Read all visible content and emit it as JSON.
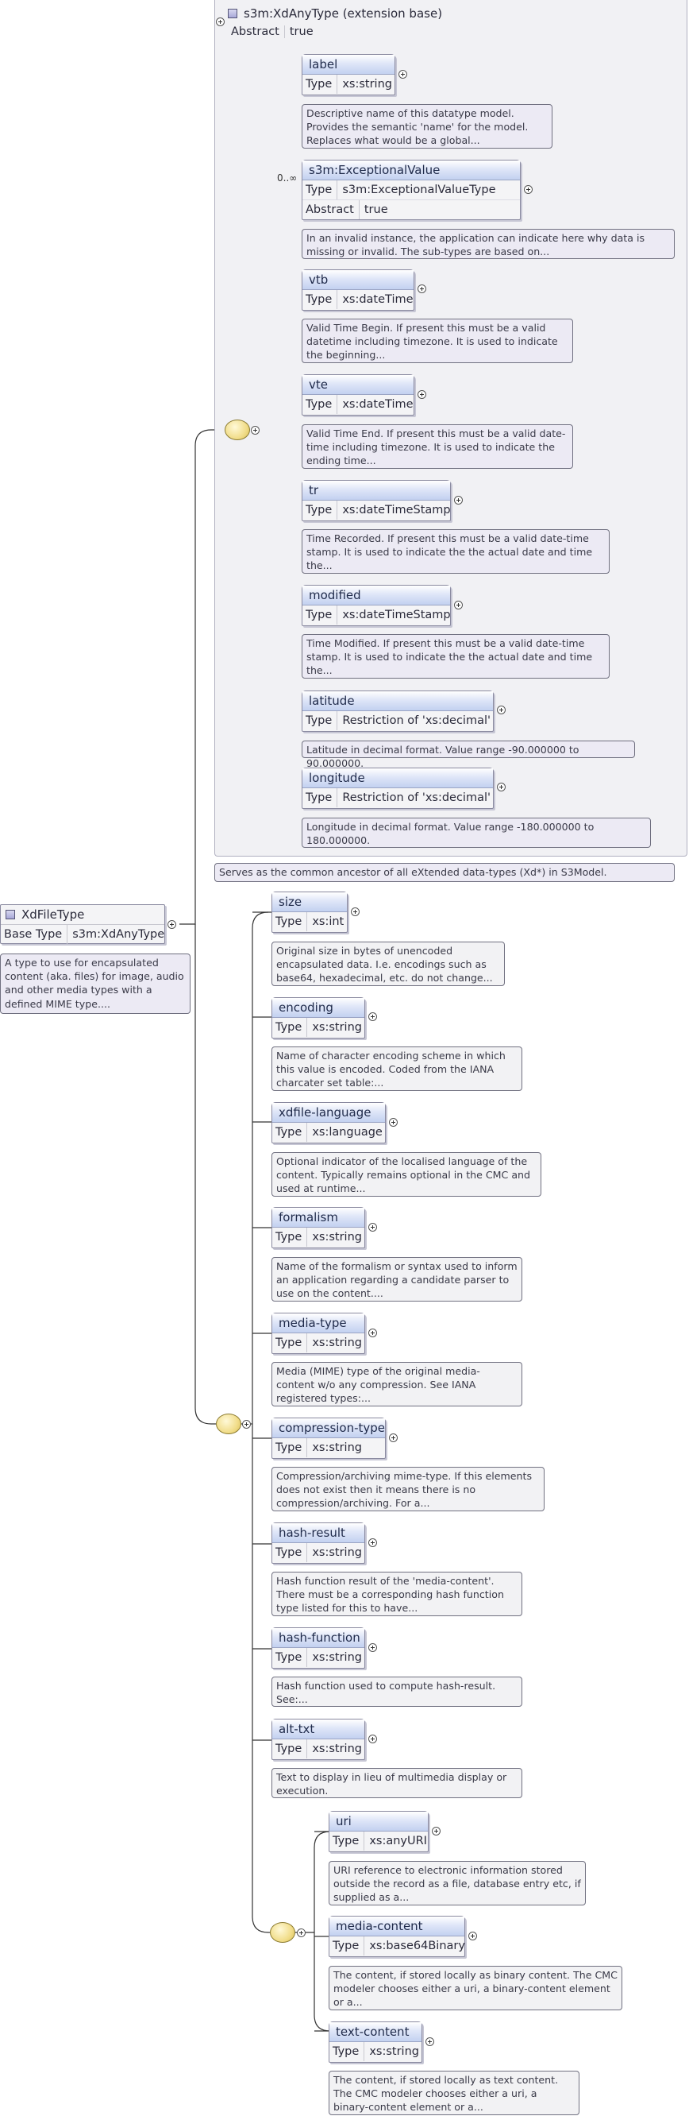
{
  "root": {
    "name": "XdFileType",
    "base_type_label": "Base Type",
    "base_type_value": "s3m:XdAnyType",
    "doc": "A type to use for encapsulated content (aka. files) for image, audio and other media types with a defined MIME type...."
  },
  "base": {
    "name": "s3m:XdAnyType (extension base)",
    "abstract_label": "Abstract",
    "abstract_value": "true",
    "doc": "Serves as the common ancestor of all eXtended data-types (Xd*) in S3Model.",
    "cardinality": "0..∞"
  },
  "base_elements": [
    {
      "name": "label",
      "type_label": "Type",
      "type": "xs:string",
      "doc": "Descriptive name of this datatype model. Provides the semantic 'name' for the model. Replaces what would be a global..."
    },
    {
      "name": "s3m:ExceptionalValue",
      "type_label": "Type",
      "type": "s3m:ExceptionalValueType",
      "abstract_label": "Abstract",
      "abstract": "true",
      "doc": "In an invalid instance, the application can indicate here why data is missing or invalid. The sub-types are based on..."
    },
    {
      "name": "vtb",
      "type_label": "Type",
      "type": "xs:dateTime",
      "doc": "Valid Time Begin. If present this must be a valid datetime including timezone. It is used to indicate the beginning..."
    },
    {
      "name": "vte",
      "type_label": "Type",
      "type": "xs:dateTime",
      "doc": "Valid Time End. If present this must be a valid date-time including timezone. It is used to indicate the ending time..."
    },
    {
      "name": "tr",
      "type_label": "Type",
      "type": "xs:dateTimeStamp",
      "doc": "Time Recorded. If present this must be a valid date-time stamp. It is used to indicate the the actual date and time the..."
    },
    {
      "name": "modified",
      "type_label": "Type",
      "type": "xs:dateTimeStamp",
      "doc": "Time Modified. If present this must be a valid date-time stamp. It is used to indicate the the actual date and time the..."
    },
    {
      "name": "latitude",
      "type_label": "Type",
      "type": "Restriction of 'xs:decimal'",
      "doc": "Latitude in decimal format. Value range -90.000000 to 90.000000."
    },
    {
      "name": "longitude",
      "type_label": "Type",
      "type": "Restriction of 'xs:decimal'",
      "doc": "Longitude in decimal format. Value range -180.000000 to 180.000000."
    }
  ],
  "elements": [
    {
      "name": "size",
      "type_label": "Type",
      "type": "xs:int",
      "doc": "Original size in bytes of unencoded encapsulated data. I.e. encodings such as base64, hexadecimal, etc. do not change..."
    },
    {
      "name": "encoding",
      "type_label": "Type",
      "type": "xs:string",
      "doc": "Name of character encoding scheme in which this value is encoded. Coded from the IANA charcater set table:..."
    },
    {
      "name": "xdfile-language",
      "type_label": "Type",
      "type": "xs:language",
      "doc": "Optional indicator of the localised language of the content. Typically remains optional in the CMC and used at runtime..."
    },
    {
      "name": "formalism",
      "type_label": "Type",
      "type": "xs:string",
      "doc": "Name of the formalism or syntax used to inform an application regarding a candidate parser to use on the content...."
    },
    {
      "name": "media-type",
      "type_label": "Type",
      "type": "xs:string",
      "doc": "Media (MIME) type of the original media-content w/o any compression. See IANA registered types:..."
    },
    {
      "name": "compression-type",
      "type_label": "Type",
      "type": "xs:string",
      "doc": "Compression/archiving mime-type. If this elements does not exist then it means there is no compression/archiving. For a..."
    },
    {
      "name": "hash-result",
      "type_label": "Type",
      "type": "xs:string",
      "doc": "Hash function result of the 'media-content'. There must be a corresponding hash function type listed for this to have..."
    },
    {
      "name": "hash-function",
      "type_label": "Type",
      "type": "xs:string",
      "doc": "Hash function used to compute hash-result. See:..."
    },
    {
      "name": "alt-txt",
      "type_label": "Type",
      "type": "xs:string",
      "doc": "Text to display in lieu of multimedia display or execution."
    }
  ],
  "choice_elements": [
    {
      "name": "uri",
      "type_label": "Type",
      "type": "xs:anyURI",
      "doc": "URI reference to electronic information stored outside the record as a file, database entry etc, if supplied as a..."
    },
    {
      "name": "media-content",
      "type_label": "Type",
      "type": "xs:base64Binary",
      "doc": "The content, if stored locally as binary content. The CMC modeler chooses either a uri, a binary-content element or a..."
    },
    {
      "name": "text-content",
      "type_label": "Type",
      "type": "xs:string",
      "doc": "The content, if stored locally as text content. The CMC modeler chooses either a uri, a binary-content element or a..."
    }
  ],
  "icons": {
    "sequence": "sequence-compositor-icon",
    "choice": "choice-compositor-icon",
    "expand": "plus-circle-icon",
    "type": "complex-type-icon"
  },
  "colors": {
    "element_header": "#c3d1f0",
    "compositor": "#f1dd8a",
    "group_bg": "#f1f1f4",
    "border": "#8a8aa0"
  }
}
